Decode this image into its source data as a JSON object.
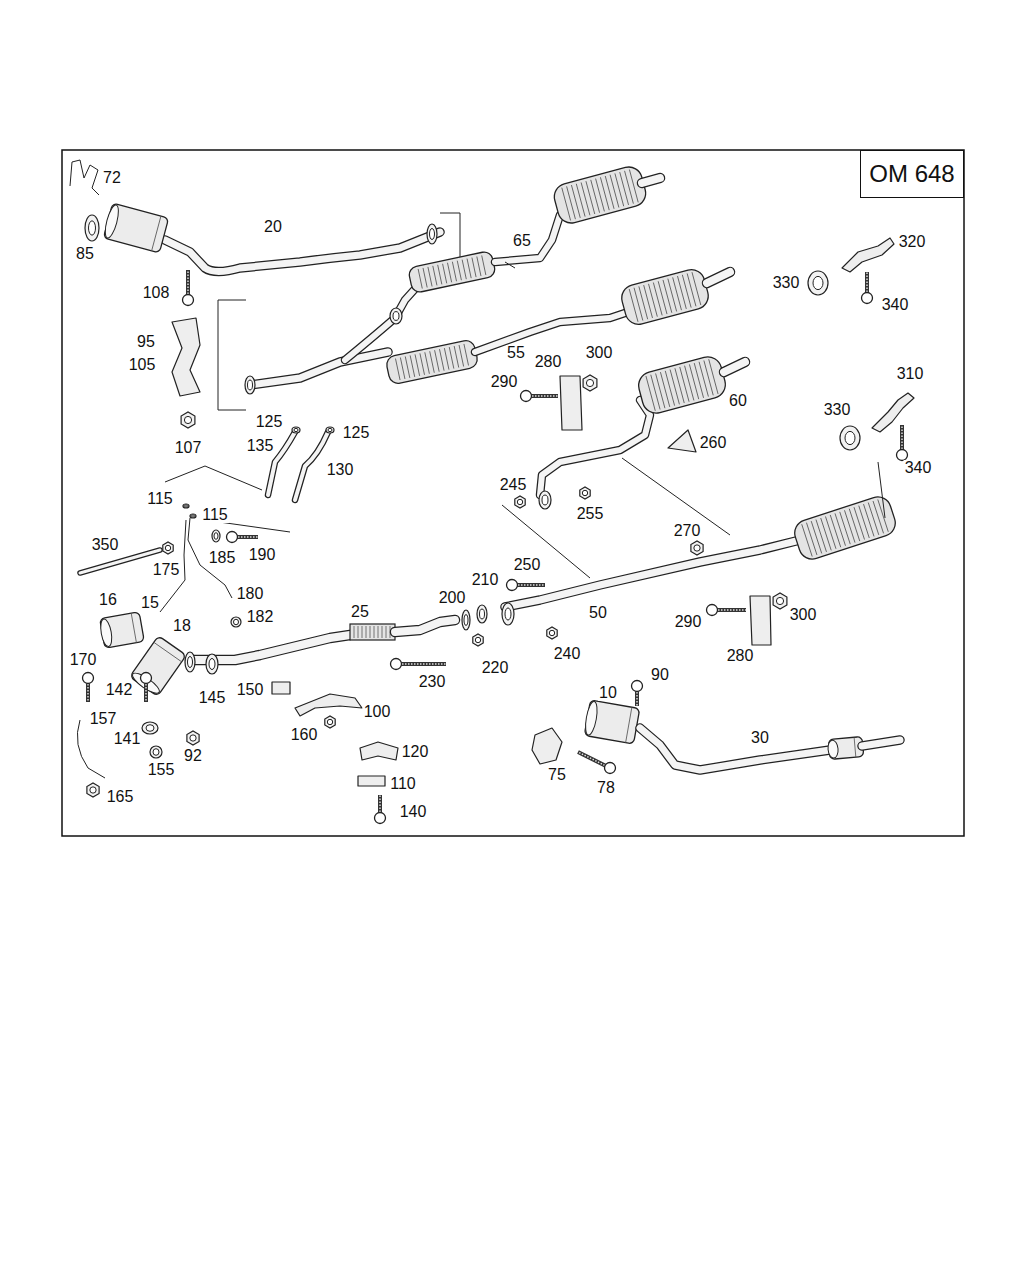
{
  "diagram": {
    "nodes": [
      {
        "text": [
          "OM 648"
        ]
      }
    ],
    "labels": [
      "72",
      "20",
      "85",
      "65",
      "320",
      "330",
      "108",
      "340",
      "95",
      "55",
      "280",
      "300",
      "105",
      "310",
      "290",
      "60",
      "330",
      "125",
      "125",
      "260",
      "135",
      "107",
      "340",
      "130",
      "245",
      "115",
      "255",
      "115",
      "270",
      "350",
      "190",
      "185",
      "250",
      "175",
      "210",
      "180",
      "200",
      "16",
      "15",
      "25",
      "50",
      "300",
      "182",
      "290",
      "18",
      "240",
      "280",
      "170",
      "220",
      "90",
      "230",
      "142",
      "150",
      "10",
      "145",
      "100",
      "157",
      "160",
      "30",
      "141",
      "120",
      "92",
      "155",
      "75",
      "78",
      "110",
      "165",
      "140"
    ]
  }
}
